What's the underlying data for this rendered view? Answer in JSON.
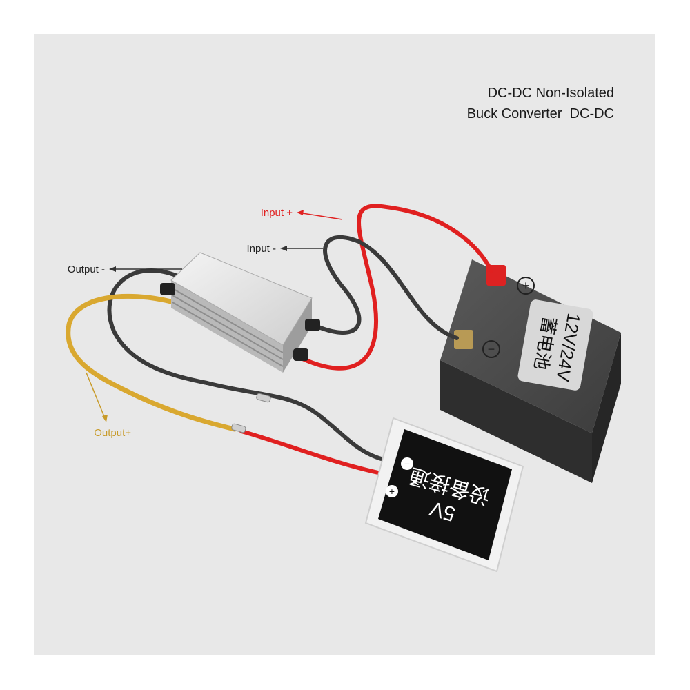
{
  "title": {
    "line1": "DC-DC Non-Isolated",
    "line2": "Buck Converter  DC-DC"
  },
  "labels": {
    "input_plus": "Input +",
    "input_minus": "Input -",
    "output_minus": "Output -",
    "output_plus": "Output+"
  },
  "battery": {
    "text_line1": "12V/24V",
    "text_line2": "蓄电池",
    "plus_symbol": "+",
    "minus_symbol": "−"
  },
  "device": {
    "text_line1": "5V",
    "text_line2": "设备接通",
    "plus_symbol": "+",
    "minus_symbol": "−"
  },
  "colors": {
    "background": "#e8e8e8",
    "wire_red": "#e02020",
    "wire_black": "#3a3a3a",
    "wire_yellow": "#d9a830",
    "label_red": "#e02020",
    "label_yellow": "#c89b2a",
    "label_dark": "#222222"
  }
}
